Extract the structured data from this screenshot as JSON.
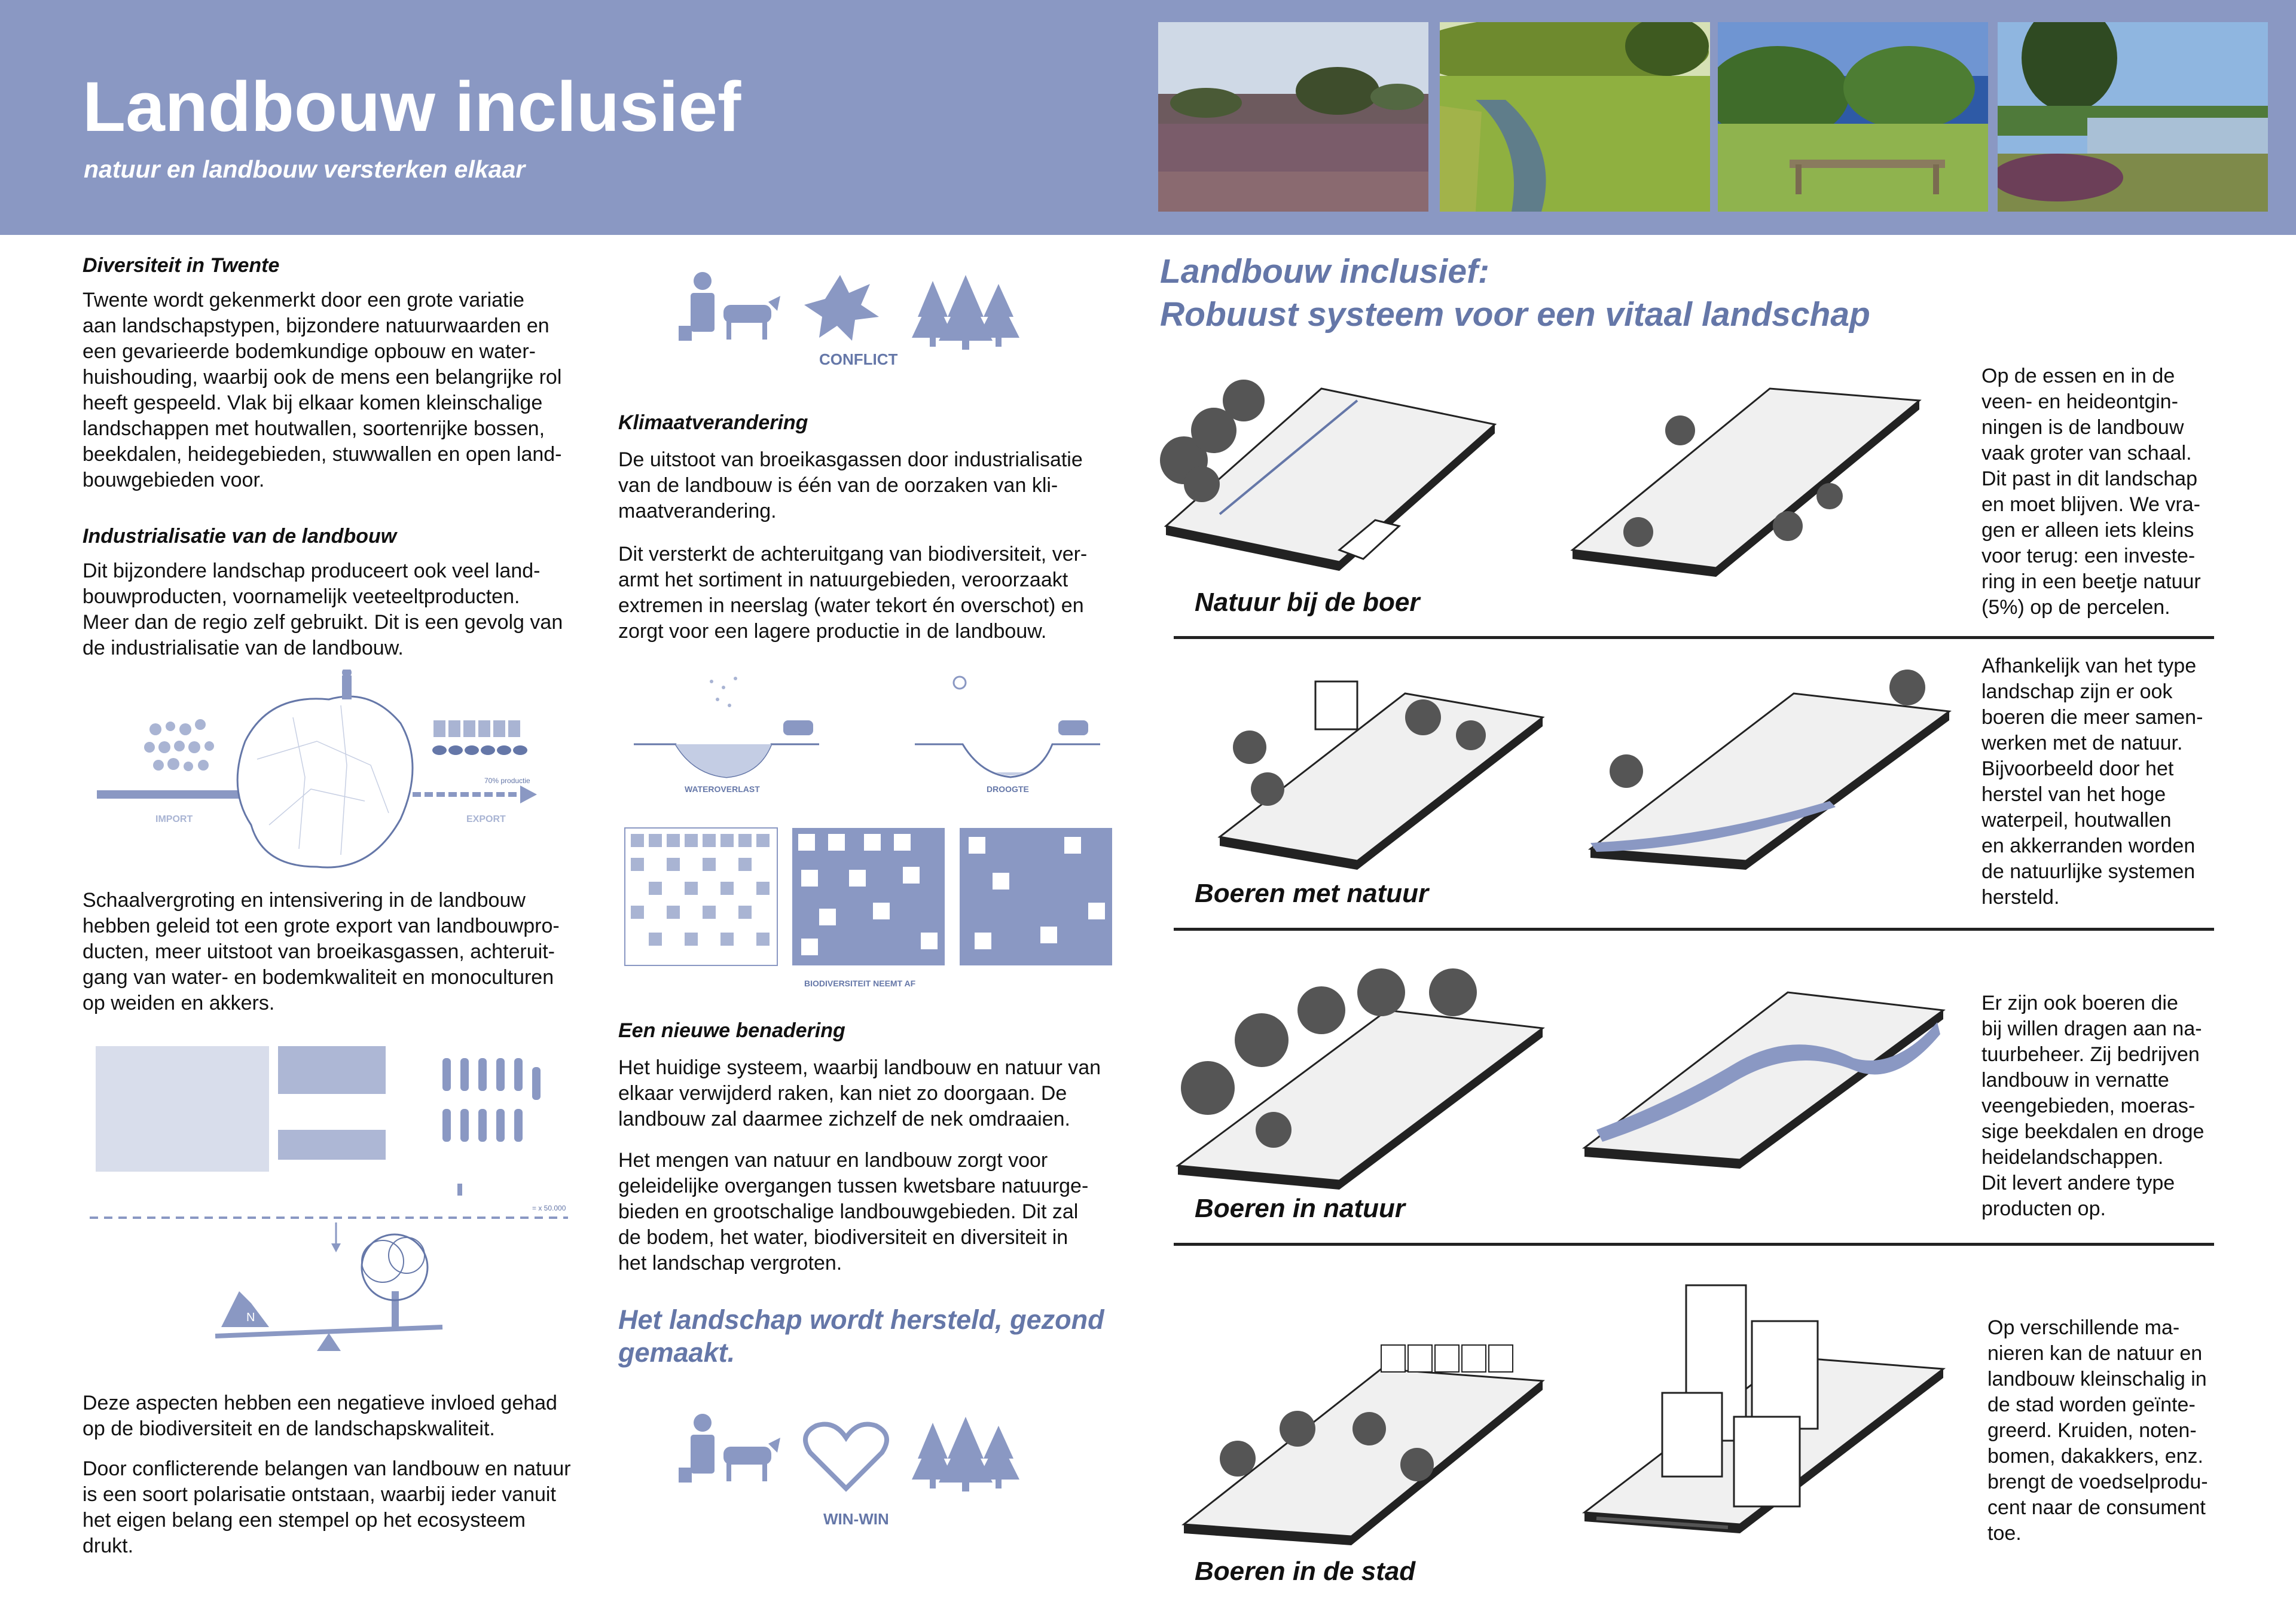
{
  "header": {
    "title": "Landbouw inclusief",
    "subtitle": "natuur en landbouw versterken elkaar"
  },
  "photos": [
    {
      "name": "heath-photo"
    },
    {
      "name": "stream-meadow-photo"
    },
    {
      "name": "fence-meadow-photo"
    },
    {
      "name": "pond-heath-photo"
    }
  ],
  "col1": {
    "s1_heading": "Diversiteit in Twente",
    "s1_lines": [
      "Twente wordt gekenmerkt door een grote variatie",
      "aan landschapstypen, bijzondere natuurwaarden en",
      "een gevarieerde bodemkundige opbouw en water-",
      "huishouding, waarbij ook de mens een belangrijke rol",
      "heeft gespeeld. Vlak bij elkaar komen kleinschalige",
      "landschappen met houtwallen, soortenrijke bossen,",
      "beekdalen, heidegebieden, stuwwallen en open land-",
      "bouwgebieden voor."
    ],
    "s2_heading": "Industrialisatie van de landbouw",
    "s2_lines": [
      "Dit bijzondere landschap produceert ook veel land-",
      "bouwproducten, voornamelijk veeteeltproducten.",
      "Meer dan de regio zelf gebruikt. Dit is een gevolg van",
      "de industrialisatie van de landbouw."
    ],
    "import_label": "IMPORT",
    "export_label": "EXPORT",
    "production_label": "70% productie",
    "p3_lines": [
      "Schaalvergroting en intensivering in de landbouw",
      "hebben geleid tot een grote export van landbouwpro-",
      "ducten, meer uitstoot van broeikasgassen, achteruit-",
      "gang van water- en bodemkwaliteit en monoculturen",
      "op weiden en akkers."
    ],
    "scale_label": "= x 50.000",
    "nitrogen_label": "N",
    "p4_lines": [
      "Deze aspecten hebben een negatieve invloed gehad",
      "op de biodiversiteit en de landschapskwaliteit."
    ],
    "p5_lines": [
      "Door conflicterende belangen van landbouw en natuur",
      "is een soort polarisatie ontstaan, waarbij ieder vanuit",
      "het eigen belang een stempel op het ecosysteem",
      "drukt."
    ]
  },
  "col2": {
    "conflict_label": "CONFLICT",
    "s1_heading": "Klimaatverandering",
    "s1_lines": [
      "De uitstoot van broeikasgassen door industrialisatie",
      "van de landbouw is één van de oorzaken van kli-",
      "maatverandering."
    ],
    "s1b_lines": [
      "Dit versterkt de achteruitgang van biodiversiteit, ver-",
      "armt het sortiment in natuurgebieden, veroorzaakt",
      "extremen in neerslag (water tekort én overschot) en",
      "zorgt voor een lagere productie in de landbouw."
    ],
    "flood_label": "WATEROVERLAST",
    "drought_label": "DROOGTE",
    "biodiversity_label": "BIODIVERSITEIT NEEMT AF",
    "s2_heading": "Een nieuwe benadering",
    "s2_lines": [
      "Het huidige systeem, waarbij landbouw en natuur van",
      "elkaar verwijderd raken, kan niet zo doorgaan. De",
      "landbouw zal daarmee zichzelf de nek omdraaien."
    ],
    "s2b_lines": [
      "Het mengen van natuur en landbouw zorgt voor",
      "geleidelijke overgangen tussen kwetsbare natuurge-",
      "bieden en grootschalige landbouwgebieden. Dit zal",
      "de bodem, het water, biodiversiteit en diversiteit in",
      "het landschap vergroten."
    ],
    "highlight_lines": [
      "Het landschap wordt hersteld, gezond",
      "gemaakt."
    ],
    "winwin_label": "WIN-WIN"
  },
  "right": {
    "heading1": "Landbouw inclusief:",
    "heading2": "Robuust systeem voor een vitaal landschap",
    "rows": [
      {
        "label": "Natuur bij de boer",
        "lines": [
          "Op de essen en in de",
          "veen- en heideontgin-",
          "ningen is de landbouw",
          "vaak groter van schaal.",
          "Dit past in dit landschap",
          "en moet blijven. We vra-",
          "gen er alleen iets kleins",
          "voor terug: een investe-",
          "ring in een beetje natuur",
          "(5%) op de percelen."
        ]
      },
      {
        "label": "Boeren met natuur",
        "lines": [
          "Afhankelijk van het type",
          "landschap zijn er ook",
          "boeren die meer samen-",
          "werken met de natuur.",
          "Bijvoorbeeld door het",
          "herstel van het hoge",
          "waterpeil, houtwallen",
          "en akkerranden worden",
          "de natuurlijke systemen",
          "hersteld."
        ]
      },
      {
        "label": "Boeren in natuur",
        "lines": [
          "Er zijn ook boeren die",
          "bij willen dragen aan na-",
          "tuurbeheer. Zij bedrijven",
          "landbouw in vernatte",
          "veengebieden, moeras-",
          "sige beekdalen en droge",
          "heidelandschappen.",
          "Dit levert andere type",
          "producten op."
        ]
      },
      {
        "label": "Boeren in de stad",
        "lines": [
          "Op verschillende ma-",
          "nieren kan de natuur en",
          "landbouw kleinschalig in",
          "de stad worden geïnte-",
          "greerd. Kruiden, noten-",
          "bomen, dakakkers, enz.",
          "brengt de voedselprodu-",
          "cent naar de consument",
          "toe."
        ]
      }
    ]
  },
  "colors": {
    "accent": "#8a98c3",
    "accent_text": "#6577a8"
  }
}
